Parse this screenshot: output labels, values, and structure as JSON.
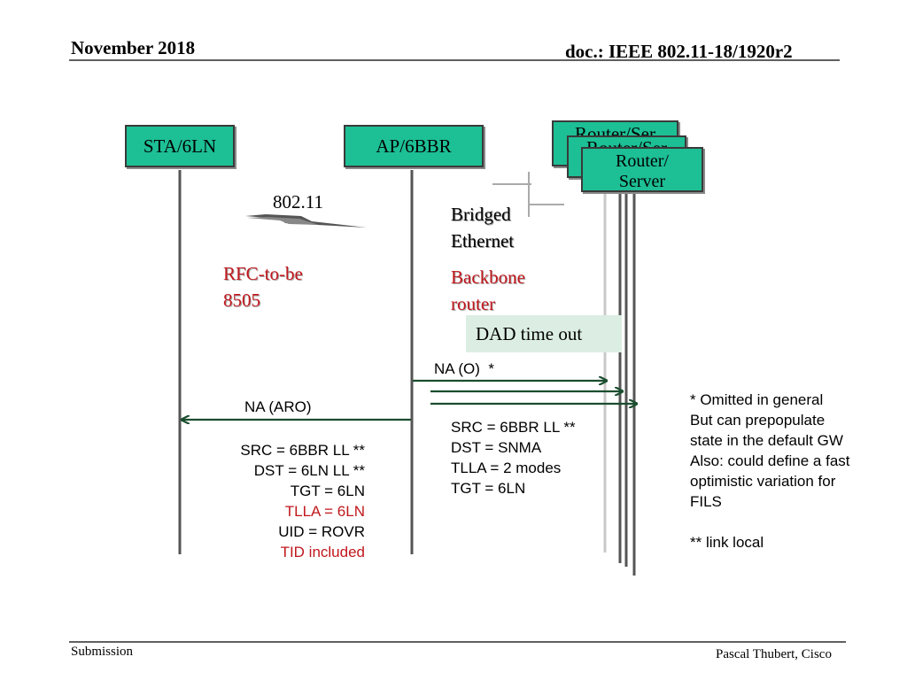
{
  "header": {
    "date": "November 2018",
    "doc": "doc.: IEEE 802.11-18/1920r2"
  },
  "footer": {
    "left": "Submission",
    "right": "Pascal Thubert, Cisco"
  },
  "entities": {
    "sta": "STA/6LN",
    "ap": "AP/6BBR",
    "router_back": "Router/Ser",
    "router_mid": "Router/Ser",
    "router_front_line1": "Router/",
    "router_front_line2": "Server"
  },
  "links": {
    "wireless": "802.11",
    "bridged_line1": "Bridged",
    "bridged_line2": "Ethernet"
  },
  "roles": {
    "rfc_line1": "RFC-to-be",
    "rfc_line2": "8505",
    "backbone_line1": "Backbone",
    "backbone_line2": "router"
  },
  "dad_timeout": "DAD time out",
  "messages": {
    "na_o": "NA (O)  *",
    "na_aro": "NA (ARO)"
  },
  "na_aro_fields": [
    {
      "text": "SRC = 6BBR LL **",
      "color": "#000000"
    },
    {
      "text": "DST = 6LN LL **",
      "color": "#000000"
    },
    {
      "text": "TGT = 6LN",
      "color": "#000000"
    },
    {
      "text": "TLLA = 6LN",
      "color": "#c0171c"
    },
    {
      "text": "UID = ROVR",
      "color": "#000000"
    },
    {
      "text": "TID included",
      "color": "#c0171c"
    }
  ],
  "na_o_fields": [
    "SRC = 6BBR LL **",
    "DST = SNMA",
    "TLLA = 2 modes",
    "TGT = 6LN"
  ],
  "notes": [
    "* Omitted in general",
    "But can prepopulate",
    "state in the default GW",
    "Also: could define a fast",
    "optimistic variation for",
    "FILS",
    "",
    "** link local"
  ],
  "colors": {
    "box_fill": "#1dbf95",
    "arrow": "#1a4d2e",
    "highlight_red": "#c0171c",
    "dad_fill": "#dceee3"
  }
}
